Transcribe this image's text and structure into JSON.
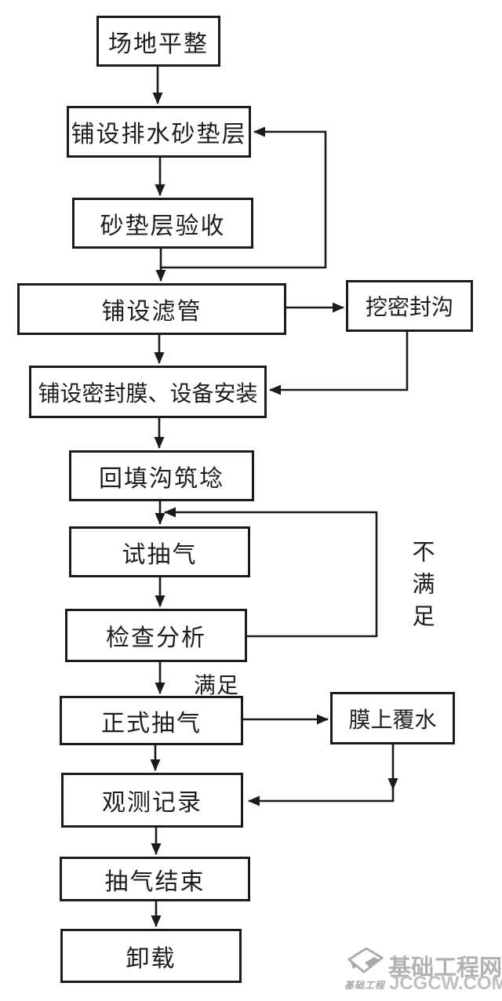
{
  "diagram": {
    "nodes": [
      {
        "id": "site-leveling",
        "label": "场地平整"
      },
      {
        "id": "lay-drainage-sand-cushion",
        "label": "铺设排水砂垫层"
      },
      {
        "id": "sand-cushion-acceptance",
        "label": "砂垫层验收"
      },
      {
        "id": "lay-filter-pipes",
        "label": "铺设滤管"
      },
      {
        "id": "dig-sealing-trench",
        "label": "挖密封沟"
      },
      {
        "id": "lay-sealing-membrane-install",
        "label": "铺设密封膜、设备安装"
      },
      {
        "id": "backfill-trench-embankment",
        "label": "回填沟筑埝"
      },
      {
        "id": "trial-pumping",
        "label": "试抽气"
      },
      {
        "id": "inspection-analysis",
        "label": "检查分析"
      },
      {
        "id": "formal-pumping",
        "label": "正式抽气"
      },
      {
        "id": "water-cover-on-membrane",
        "label": "膜上覆水"
      },
      {
        "id": "observation-record",
        "label": "观测记录"
      },
      {
        "id": "pumping-end",
        "label": "抽气结束"
      },
      {
        "id": "unloading",
        "label": "卸载"
      }
    ],
    "edge_labels": {
      "satisfied": "满足",
      "not_satisfied": "不满足"
    },
    "edges": [
      {
        "from": "场地平整",
        "to": "铺设排水砂垫层"
      },
      {
        "from": "铺设排水砂垫层",
        "to": "砂垫层验收"
      },
      {
        "from": "砂垫层验收",
        "to": "铺设排水砂垫层",
        "type": "feedback"
      },
      {
        "from": "砂垫层验收",
        "to": "铺设滤管"
      },
      {
        "from": "铺设滤管",
        "to": "挖密封沟"
      },
      {
        "from": "铺设滤管",
        "to": "铺设密封膜、设备安装"
      },
      {
        "from": "挖密封沟",
        "to": "铺设密封膜、设备安装"
      },
      {
        "from": "铺设密封膜、设备安装",
        "to": "回填沟筑埝"
      },
      {
        "from": "回填沟筑埝",
        "to": "试抽气"
      },
      {
        "from": "试抽气",
        "to": "检查分析"
      },
      {
        "from": "检查分析",
        "to": "试抽气",
        "label": "不满足",
        "type": "feedback"
      },
      {
        "from": "检查分析",
        "to": "正式抽气",
        "label": "满足"
      },
      {
        "from": "正式抽气",
        "to": "膜上覆水"
      },
      {
        "from": "正式抽气",
        "to": "观测记录"
      },
      {
        "from": "膜上覆水",
        "to": "观测记录"
      },
      {
        "from": "观测记录",
        "to": "抽气结束"
      },
      {
        "from": "抽气结束",
        "to": "卸载"
      }
    ],
    "colors": {
      "line": "#1b1b1b",
      "background": "#ffffff",
      "watermark": "#b1b1b1"
    },
    "watermark": {
      "site_name": "基础工程网",
      "site_url": "JCGCW.COM",
      "logo_text": "基础工程"
    }
  }
}
